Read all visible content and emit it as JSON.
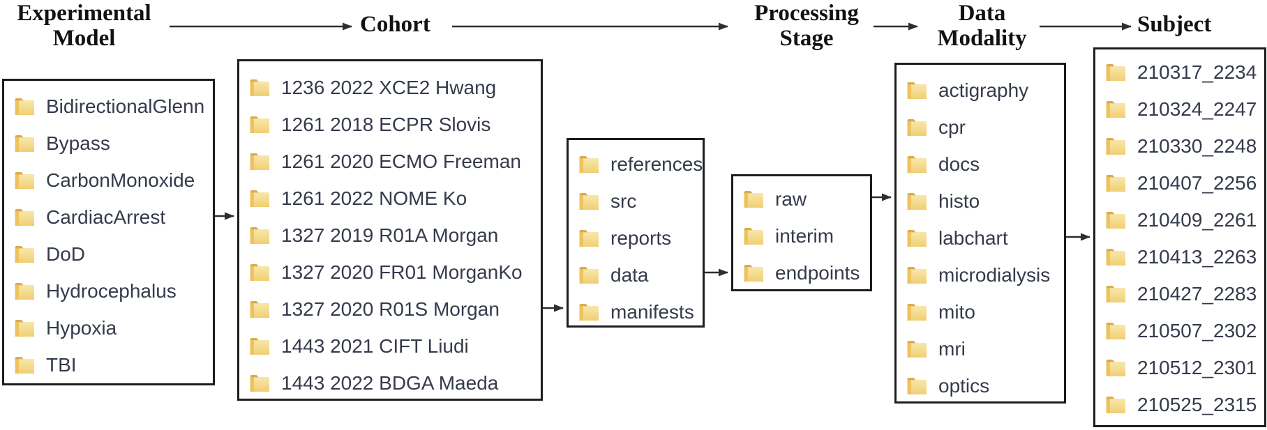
{
  "headers": {
    "experimental_model": "Experimental Model",
    "cohort": "Cohort",
    "processing_stage": "Processing Stage",
    "data_modality": "Data Modality",
    "subject": "Subject"
  },
  "boxes": {
    "experimental_model": {
      "items": [
        "BidirectionalGlenn",
        "Bypass",
        "CarbonMonoxide",
        "CardiacArrest",
        "DoD",
        "Hydrocephalus",
        "Hypoxia",
        "TBI"
      ]
    },
    "cohort": {
      "items": [
        "1236 2022 XCE2 Hwang",
        "1261 2018 ECPR Slovis",
        "1261 2020 ECMO Freeman",
        "1261 2022 NOME Ko",
        "1327 2019 R01A Morgan",
        "1327 2020 FR01 MorganKo",
        "1327 2020 R01S Morgan",
        "1443 2021 CIFT Liudi",
        "1443 2022 BDGA Maeda"
      ]
    },
    "project": {
      "items": [
        "references",
        "src",
        "reports",
        "data",
        "manifests"
      ]
    },
    "processing_stage": {
      "items": [
        "raw",
        "interim",
        "endpoints"
      ]
    },
    "data_modality": {
      "items": [
        "actigraphy",
        "cpr",
        "docs",
        "histo",
        "labchart",
        "microdialysis",
        "mito",
        "mri",
        "optics"
      ]
    },
    "subject": {
      "items": [
        "210317_2234",
        "210324_2247",
        "210330_2248",
        "210407_2256",
        "210409_2261",
        "210413_2263",
        "210427_2283",
        "210507_2302",
        "210512_2301",
        "210525_2315"
      ]
    }
  },
  "connections": {
    "header_flow": [
      "Experimental Model",
      "Cohort",
      "Processing Stage",
      "Data Modality",
      "Subject"
    ],
    "item_links": [
      {
        "from": "CardiacArrest",
        "to": "cohort-box"
      },
      {
        "from": "1327 2020 R01S Morgan",
        "to": "project-box"
      },
      {
        "from": "data",
        "to": "processing-stage-box"
      },
      {
        "from": "raw",
        "to": "data-modality-box"
      },
      {
        "from": "labchart",
        "to": "subject-box"
      }
    ]
  },
  "colors": {
    "folder_tab": "#dcab4e",
    "folder_body": "#eec35f",
    "folder_front_light": "#f8e7a9",
    "folder_front_dark": "#f0cf74",
    "item_text": "#353b4b",
    "header_text": "#121212",
    "box_border": "#1d1d1d",
    "arrow": "#2e2e2e",
    "background": "#ffffff"
  }
}
